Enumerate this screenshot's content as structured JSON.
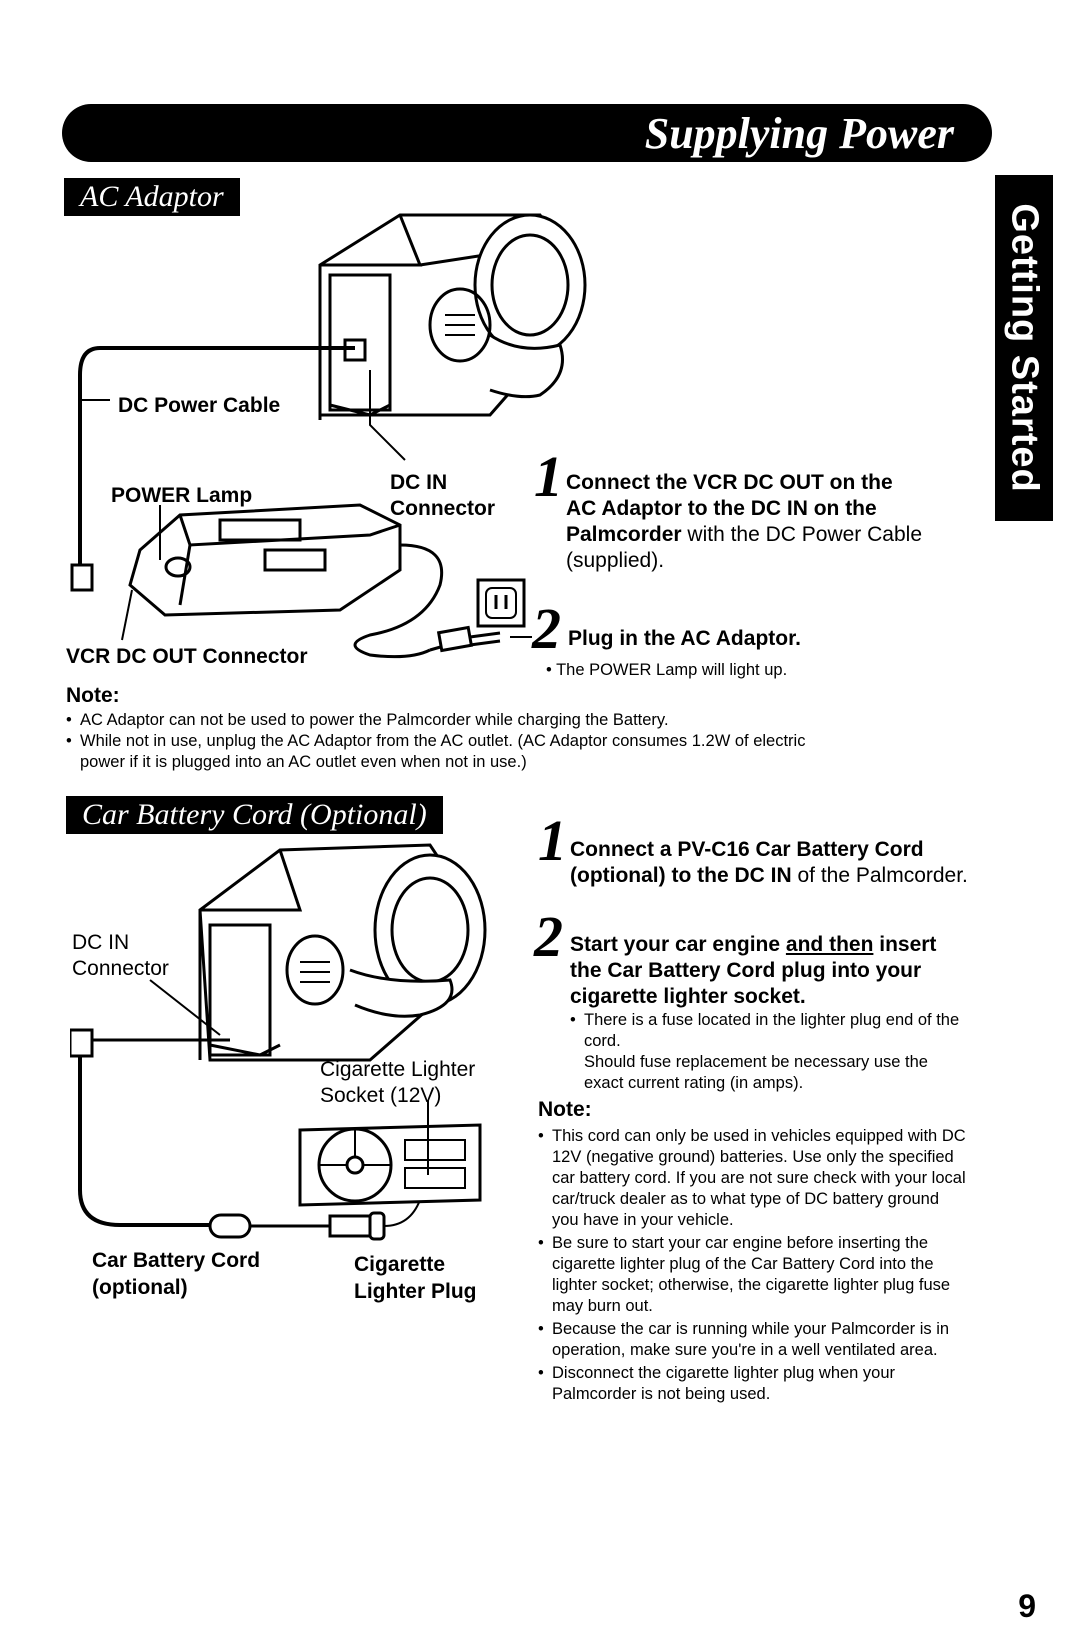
{
  "header": {
    "title": "Supplying Power"
  },
  "side_tab": {
    "label": "Getting Started"
  },
  "ac_adaptor": {
    "section_title": "AC Adaptor",
    "labels": {
      "dc_power_cable": "DC Power Cable",
      "power_lamp": "POWER Lamp",
      "dc_in_line1": "DC IN",
      "dc_in_line2": "Connector",
      "vcr_dc_out": "VCR DC OUT Connector"
    },
    "steps": [
      {
        "number": "1",
        "bold": "Connect the VCR DC OUT on the AC Adaptor to the DC IN on the Palmcorder",
        "normal": " with the DC Power Cable (supplied)."
      },
      {
        "number": "2",
        "bold": "Plug in the AC Adaptor.",
        "normal": ""
      }
    ],
    "step2_bullet": "The POWER Lamp will light up.",
    "note_heading": "Note:",
    "notes": [
      "AC Adaptor can not be used to power the Palmcorder while charging the Battery.",
      "While not in use, unplug the AC Adaptor from the AC outlet. (AC Adaptor consumes 1.2W of electric power if it is plugged into an AC outlet even when not in use.)"
    ]
  },
  "car_battery": {
    "section_title": "Car Battery Cord (Optional)",
    "labels": {
      "dc_in_line1": "DC IN",
      "dc_in_line2": "Connector",
      "socket_line1": "Cigarette Lighter",
      "socket_line2": "Socket (12V)",
      "cord_line1": "Car Battery Cord",
      "cord_line2": "(optional)",
      "plug_line1": "Cigarette",
      "plug_line2": "Lighter Plug"
    },
    "step1": {
      "number": "1",
      "bold": "Connect a PV-C16 Car Battery Cord (optional) to the DC IN",
      "normal": " of the Palmcorder."
    },
    "step2": {
      "number": "2",
      "bold_a": "Start your car engine ",
      "underline": "and then",
      "bold_b": " insert the Car Battery Cord plug into your cigarette lighter socket."
    },
    "step2_bullets": [
      "There is a fuse located in the lighter plug end of the cord.",
      "Should fuse replacement be necessary use the exact current rating (in amps)."
    ],
    "note_heading": "Note:",
    "notes": [
      "This cord can only be used in vehicles equipped with DC 12V (negative ground) batteries. Use only the specified car battery cord. If you are not sure check with your local car/truck dealer as to what type of DC battery ground you have in your vehicle.",
      "Be sure to start your car engine before inserting the cigarette lighter plug of the Car Battery Cord into the lighter socket; otherwise, the cigarette lighter plug fuse may burn out.",
      "Because the car is running while your Palmcorder is in operation, make sure you're in a well ventilated area.",
      "Disconnect the cigarette lighter plug when your Palmcorder is not being used."
    ]
  },
  "page_number": "9"
}
